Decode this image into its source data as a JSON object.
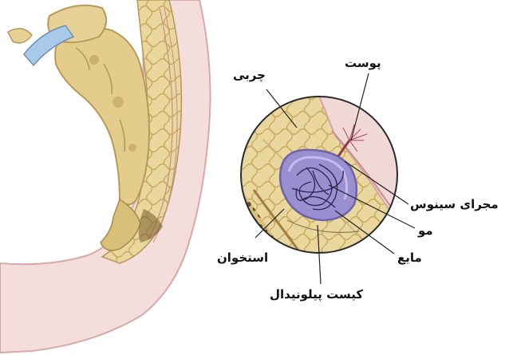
{
  "labels": {
    "skin": "پوست",
    "fat": "چربی",
    "sinus_tract": "مجرای سینوس",
    "hair": "مو",
    "fluid": "مایع",
    "bone": "استخوان",
    "pilonidal_cyst": "کیست پیلونیدال"
  },
  "colors": {
    "skin": "#f2dcd9",
    "skin_edge": "#d9a9a8",
    "fat": "#e7d59b",
    "bone": "#e4cf8e",
    "cyst": "#9a8fd0",
    "cyst_inner": "#bdb3ea",
    "disc": "#a9c9e8"
  }
}
